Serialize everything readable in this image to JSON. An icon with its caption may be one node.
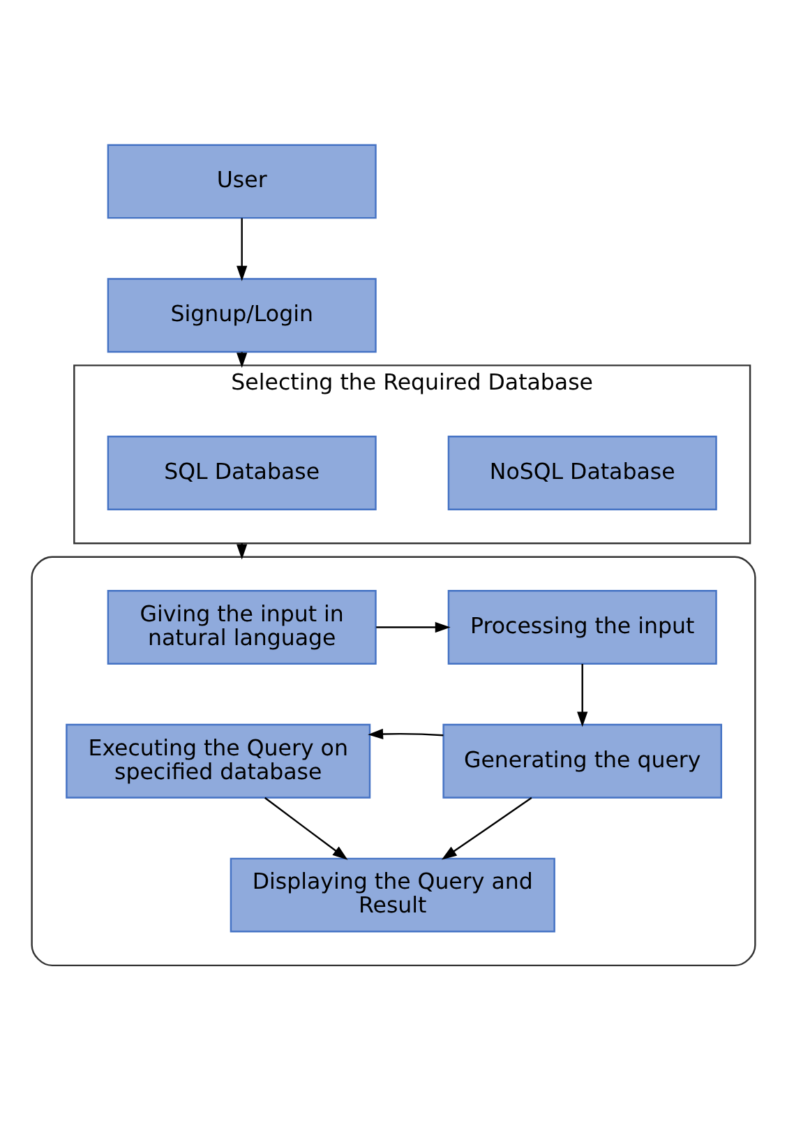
{
  "diagram": {
    "nodes": [
      {
        "text": [
          "User"
        ]
      },
      {
        "text": [
          "Signup/Login"
        ]
      },
      {
        "text": [
          "Selecting the Required Database"
        ]
      },
      {
        "text": [
          "SQL Database"
        ],
        "in": 2
      },
      {
        "text": [
          "NoSQL Database"
        ],
        "in": 2
      },
      {
        "text": [],
        "shape": "box"
      },
      {
        "text": [
          "Giving the input in natural language"
        ],
        "in": 5
      },
      {
        "text": [
          "Processing the input"
        ],
        "in": 5
      },
      {
        "text": [
          "Executing the Query on specified database"
        ],
        "in": 5
      },
      {
        "text": [
          "Generating the query"
        ],
        "in": 5
      },
      {
        "text": [
          "Displaying the Query and Result"
        ],
        "in": 5
      }
    ],
    "edges": [
      {
        "from": 0,
        "to": 1,
        "arrow": "to"
      },
      {
        "from": 1,
        "to": 2,
        "arrow": "to"
      },
      {
        "from": 2,
        "to": 5,
        "arrow": "to"
      },
      {
        "from": 6,
        "to": 7,
        "arrow": "to"
      },
      {
        "from": 7,
        "to": 9,
        "arrow": "to"
      },
      {
        "from": 9,
        "to": 8,
        "arrow": "to"
      },
      {
        "from": 8,
        "to": 10,
        "arrow": "to"
      },
      {
        "from": 9,
        "to": 10,
        "arrow": "to"
      }
    ]
  }
}
